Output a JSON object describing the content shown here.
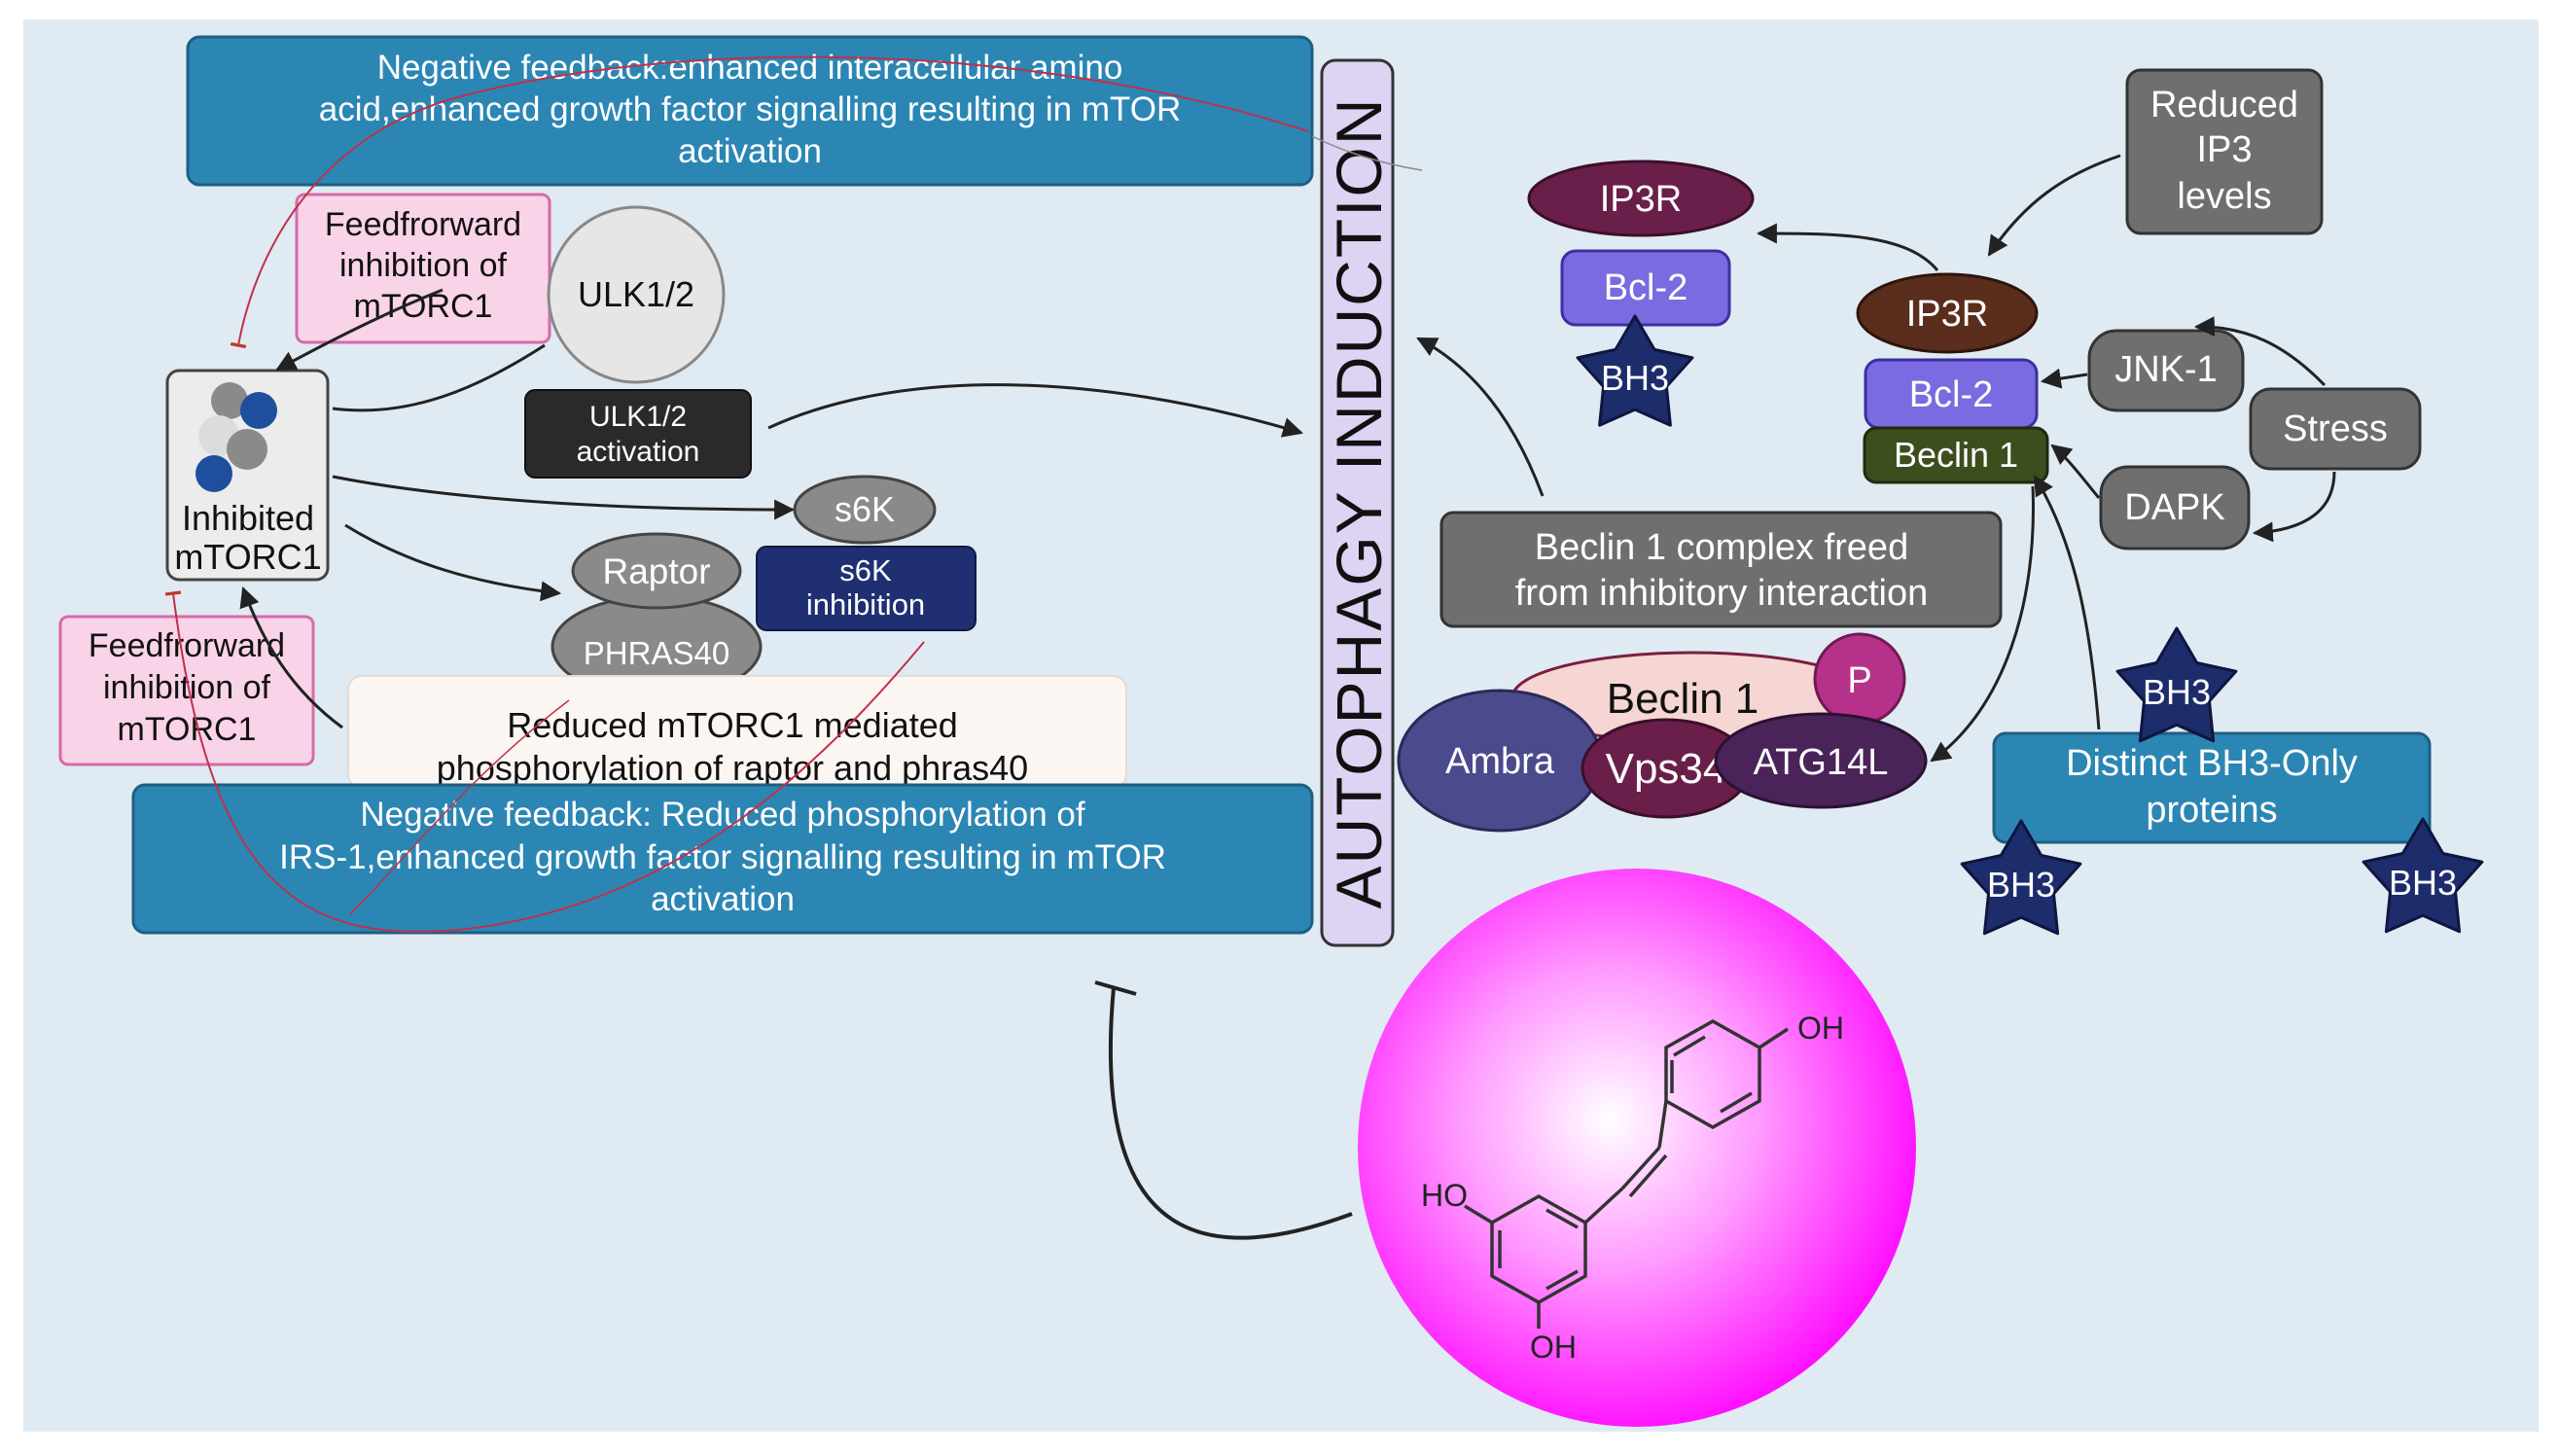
{
  "banners": {
    "top": [
      "Negative feedback:enhanced interacellular amino",
      "acid,enhanced growth factor signalling resulting in mTOR",
      "activation"
    ],
    "bottom": [
      "Negative feedback: Reduced phosphorylation of",
      "IRS-1,enhanced growth factor signalling resulting in mTOR",
      "activation"
    ]
  },
  "vertical_title": "AUTOPHAGY INDUCTION",
  "left": {
    "feedforward_top": [
      "Feedfrorward",
      "inhibition of",
      "mTORC1"
    ],
    "feedforward_bottom": [
      "Feedfrorward",
      "inhibition of",
      "mTORC1"
    ],
    "ulk": "ULK1/2",
    "ulk_activation": [
      "ULK1/2",
      "activation"
    ],
    "mtorc1": [
      "Inhibited",
      "mTORC1"
    ],
    "s6k": "s6K",
    "s6k_inhibition": [
      "s6K",
      "inhibition"
    ],
    "raptor": "Raptor",
    "phras40": "PHRAS40",
    "reduced_note": [
      "Reduced mTORC1 mediated",
      "phosphorylation of raptor and phras40"
    ]
  },
  "right": {
    "ip3r_top": "IP3R",
    "bcl2_top": "Bcl-2",
    "bh3_top": "BH3",
    "reduced_ip3": [
      "Reduced",
      "IP3",
      "levels"
    ],
    "ip3r": "IP3R",
    "bcl2": "Bcl-2",
    "beclin1_small": "Beclin 1",
    "jnk1": "JNK-1",
    "stress": "Stress",
    "dapk": "DAPK",
    "beclin_freed": [
      "Beclin 1 complex freed",
      "from inhibitory interaction"
    ],
    "beclin1_complex": "Beclin 1",
    "p": "P",
    "ambra": "Ambra",
    "vps34": "Vps34",
    "atg14l": "ATG14L",
    "bh3_mid": "BH3",
    "bh3_only": [
      "Distinct BH3-Only",
      "proteins"
    ],
    "bh3_left": "BH3",
    "bh3_right": "BH3"
  },
  "molecule": {
    "oh_top": "OH",
    "ho_left": "HO",
    "oh_bottom": "OH"
  },
  "colors": {
    "background": "#e0eaf2",
    "banner": "#2b86b4",
    "magenta": "#ff00ff",
    "grey": "#6f6f6f",
    "navy": "#1d2c6b",
    "purple": "#7b6be0",
    "maroon": "#6a1f4a"
  }
}
